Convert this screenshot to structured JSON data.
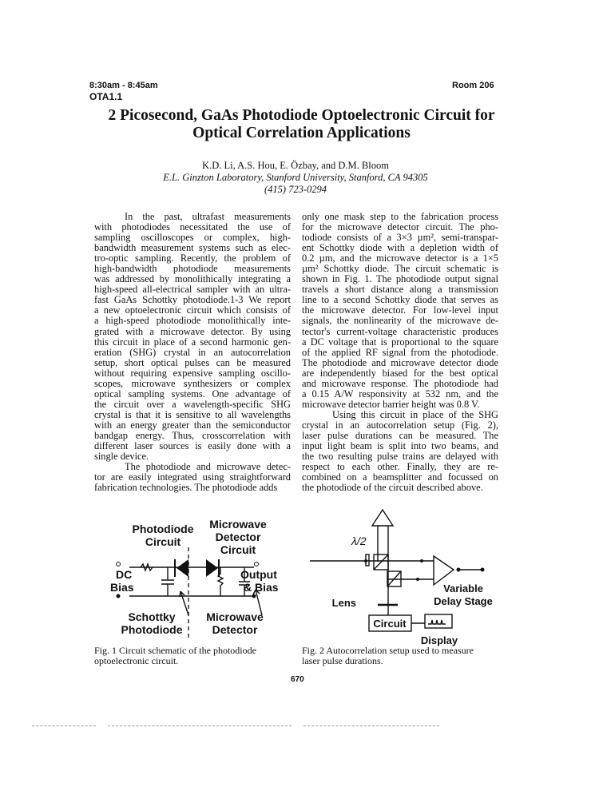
{
  "header": {
    "time": "8:30am - 8:45am",
    "room": "Room 206",
    "code": "OTA1.1"
  },
  "title": [
    "2 Picosecond, GaAs Photodiode Optoelectronic Circuit for",
    "Optical Correlation Applications"
  ],
  "authors": "K.D. Li, A.S. Hou, E. Özbay, and D.M. Bloom",
  "affiliation": "E.L. Ginzton Laboratory, Stanford University, Stanford, CA  94305",
  "phone": "(415) 723-0294",
  "left_column": [
    "In the past, ultrafast measurements",
    "with photodiodes necessitated the use of",
    "sampling oscilloscopes or complex, high-",
    "bandwidth measurement systems such as elec-",
    "tro-optic sampling. Recently, the problem of",
    "high-bandwidth photodiode measurements",
    "was addressed by monolithically integrating a",
    "high-speed all-electrical sampler with an ultra-",
    "fast GaAs Schottky photodiode.1-3  We report",
    "a new optoelectronic circuit which consists of",
    "a high-speed photodiode monolithically inte-",
    "grated with a microwave detector.  By using",
    "this circuit in place of a second harmonic gen-",
    "eration (SHG) crystal in an autocorrelation",
    "setup, short optical pulses can be measured",
    "without requiring expensive sampling oscillo-",
    "scopes, microwave synthesizers or complex",
    "optical sampling systems.  One advantage of",
    "the circuit over a wavelength-specific SHG",
    "crystal is that it is sensitive to all wavelengths",
    "with an energy greater than the semiconductor",
    "bandgap energy.  Thus, crosscorrelation with",
    "different laser sources is easily done  with a",
    "single device.",
    "The photodiode and microwave detec-",
    "tor are easily integrated using straightforward",
    "fabrication technologies.  The photodiode adds"
  ],
  "right_column": [
    "only one mask step to the fabrication process",
    "for the microwave detector circuit. The pho-",
    "todiode consists of a 3×3 µm², semi-transpar-",
    "ent Schottky diode with a depletion width of",
    "0.2 µm, and the microwave detector is a 1×5",
    "µm² Schottky diode.  The circuit schematic is",
    "shown in Fig. 1.  The photodiode output signal",
    "travels a short distance along a transmission",
    "line to a second Schottky diode that serves as",
    "the microwave detector.  For low-level input",
    "signals, the nonlinearity of the microwave de-",
    "tector's current-voltage characteristic produces",
    "a DC voltage that is proportional to the square",
    "of the applied RF signal from the photodiode.",
    "The photodiode and microwave detector diode",
    "are independently biased for the best optical",
    "and microwave response.  The photodiode had",
    "a 0.15 A/W responsivity at 532 nm, and the",
    "microwave detector barrier height was 0.8 V.",
    "Using this circuit in place of the SHG",
    "crystal in an autocorrelation setup (Fig. 2),",
    "laser pulse durations can be measured.  The",
    "input light beam is split into two beams, and",
    "the two resulting pulse trains are delayed with",
    "respect to each other.  Finally, they are re-",
    "combined on a beamsplitter and focussed on",
    "the photodiode of the circuit described above."
  ],
  "fig1": {
    "photodiode_circuit": [
      "Photodiode",
      "Circuit"
    ],
    "detector_circuit": [
      "Microwave",
      "Detector",
      "Circuit"
    ],
    "dc_bias": [
      "DC",
      "Bias"
    ],
    "output_bias": [
      "Output",
      "& Bias"
    ],
    "schottky": [
      "Schottky",
      "Photodiode"
    ],
    "microwave_detector": [
      "Microwave",
      "Detector"
    ],
    "caption": [
      "Fig. 1  Circuit schematic of the photodiode",
      "optoelectronic circuit."
    ]
  },
  "fig2": {
    "waveplate": "λ/2",
    "lens": "Lens",
    "circuit": "Circuit",
    "display": "Display",
    "stage": [
      "Variable",
      "Delay Stage"
    ],
    "caption": [
      "Fig. 2  Autocorrelation setup used to measure",
      "laser pulse durations."
    ]
  },
  "page_number": "670"
}
